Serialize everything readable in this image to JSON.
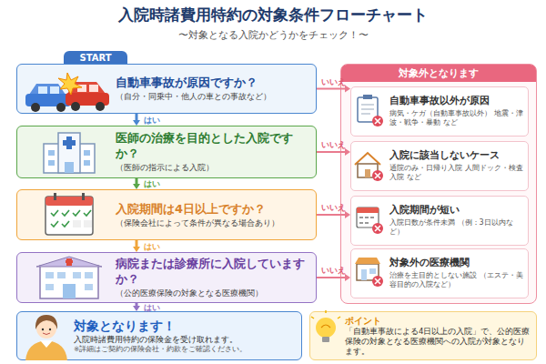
{
  "diagram": {
    "title": "入院時諸費用特約の対象条件フローチャート",
    "nodes": [
      {
        "text": [
          "START"
        ]
      },
      {
        "text": [
          "自動車事故が原因ですか？",
          "（自分・同乗中・他人の車との事故など）"
        ]
      },
      {
        "text": [
          "医師の治療を目的とした入院ですか？",
          "（医師の指示による入院）"
        ]
      },
      {
        "text": [
          "入院期間は4日以上ですか？",
          "（保険会社によって条件が異なる場合あり）"
        ]
      },
      {
        "text": [
          "病院または診療所に入院していますか？",
          "（公的医療保険の対象となる医療機関）"
        ]
      },
      {
        "text": [
          "対象となります！",
          "入院時諸費用特約の保険金を受け取れます。",
          "※詳細はご契約の保険会社・約款をご確認ください。"
        ]
      },
      {
        "text": [
          "対象外となります"
        ]
      },
      {
        "text": [
          "自動車事故以外が原因",
          "病気・ケガ（自動車事故以外） 地震・津波・戦争・暴動 など"
        ],
        "in": 6
      },
      {
        "text": [
          "入院に該当しないケース",
          "通院のみ・日帰り入院 人間ドック・検査入院 など"
        ],
        "in": 6
      },
      {
        "text": [
          "入院期間が短い",
          "入院日数が条件未満 （例：3日以内など）"
        ],
        "in": 6
      },
      {
        "text": [
          "対象外の医療機関",
          "治療を主目的としない施設 （エステ・美容目的の入院など）"
        ],
        "in": 6
      },
      {
        "text": [
          "ポイント",
          "「自動車事故による4日以上の入院」で、公的医療保険の対象となる医療機関への入院が対象となります。"
        ]
      }
    ],
    "edges": [
      {
        "from": 1,
        "to": 2,
        "label": "はい",
        "arrow": "to"
      },
      {
        "from": 2,
        "to": 3,
        "label": "はい",
        "arrow": "to"
      },
      {
        "from": 3,
        "to": 4,
        "label": "はい",
        "arrow": "to"
      },
      {
        "from": 4,
        "to": 5,
        "label": "はい",
        "arrow": "to"
      },
      {
        "from": 1,
        "to": 7,
        "label": "いいえ",
        "arrow": "to"
      },
      {
        "from": 2,
        "to": 8,
        "label": "いいえ",
        "arrow": "to"
      },
      {
        "from": 3,
        "to": 9,
        "label": "いいえ",
        "arrow": "to"
      },
      {
        "from": 4,
        "to": 10,
        "label": "いいえ",
        "arrow": "to"
      }
    ],
    "labels": [
      "〜対象となる入院かどうかをチェック！〜"
    ]
  }
}
